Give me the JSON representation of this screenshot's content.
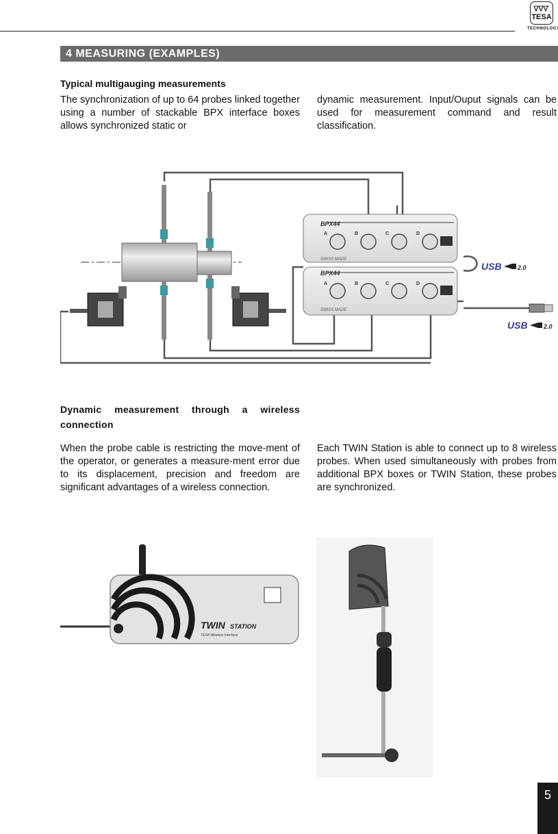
{
  "header": {
    "logo_text": "TESA",
    "logo_subtext": "TECHNOLOGY"
  },
  "section": {
    "title": "4  MEASURING (EXAMPLES)"
  },
  "block1": {
    "heading": "Typical multigauging measurements",
    "text_left": "The synchronization of up to 64 probes linked together using a number of stackable BPX interface boxes allows synchronized static or",
    "text_right": "dynamic measurement. Input/Ouput signals can be used for measurement command and result classification."
  },
  "diagram1": {
    "box_label": "BPX44",
    "ports": [
      "A",
      "B",
      "C",
      "D"
    ],
    "swiss_label": "SWISS MADE",
    "usb_label": "USB",
    "usb_version": "2.0"
  },
  "block2": {
    "heading": "Dynamic measurement through a wireless connection",
    "text_left": "When the probe cable is restricting the move-ment of the operator, or generates a measure-ment error due to its displacement, precision and freedom are significant advantages of a wireless connection.",
    "text_right": "Each TWIN Station is able to connect up to 8 wireless probes. When used simultaneously with probes from additional BPX boxes or TWIN Station, these probes are synchronized."
  },
  "twin_station": {
    "brand": "TWIN",
    "model": "STATION",
    "caption": "TESA Wireless Interface"
  },
  "footer": {
    "page_number": "5"
  }
}
